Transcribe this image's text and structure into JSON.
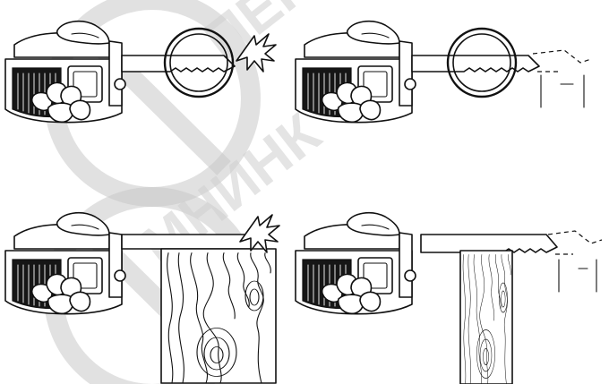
{
  "panels": [
    {
      "id": "top-left",
      "scene": "saw-blade-in-circle-with-spark"
    },
    {
      "id": "top-right",
      "scene": "saw-blade-in-circle-with-dashed-outline"
    },
    {
      "id": "bottom-left",
      "scene": "saw-blade-on-wood-with-spark"
    },
    {
      "id": "bottom-right",
      "scene": "saw-blade-through-wood-with-dashed-outline"
    }
  ],
  "watermark": {
    "color": "#c9c9c9"
  }
}
